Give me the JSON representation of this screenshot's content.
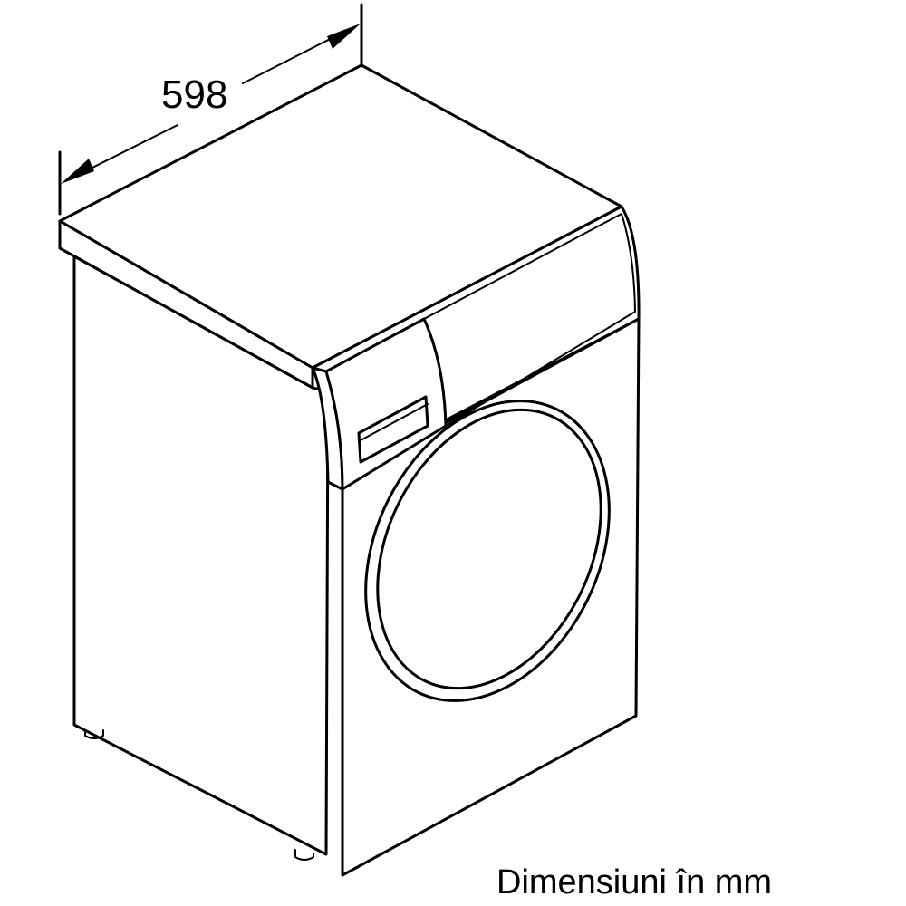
{
  "diagram": {
    "subject": "washing-machine",
    "dimension_width": "598",
    "units_caption": "Dimensiuni în mm",
    "line_color": "#000000",
    "background_color": "#ffffff"
  }
}
